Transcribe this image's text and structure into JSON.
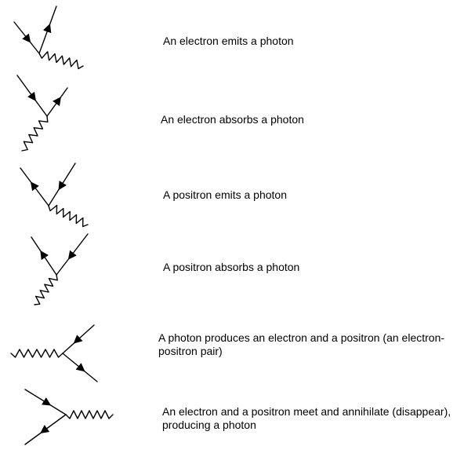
{
  "colors": {
    "background": "#ffffff",
    "line": "#000000"
  },
  "rows": [
    {
      "caption": "An electron emits a photon"
    },
    {
      "caption": "An electron absorbs a photon"
    },
    {
      "caption": "A positron emits a photon"
    },
    {
      "caption": "A positron absorbs a photon"
    },
    {
      "caption": "A photon produces an electron and a positron (an electron-positron pair)"
    },
    {
      "caption": "An electron and a positron meet and annihilate (disappear), producing a photon"
    }
  ]
}
